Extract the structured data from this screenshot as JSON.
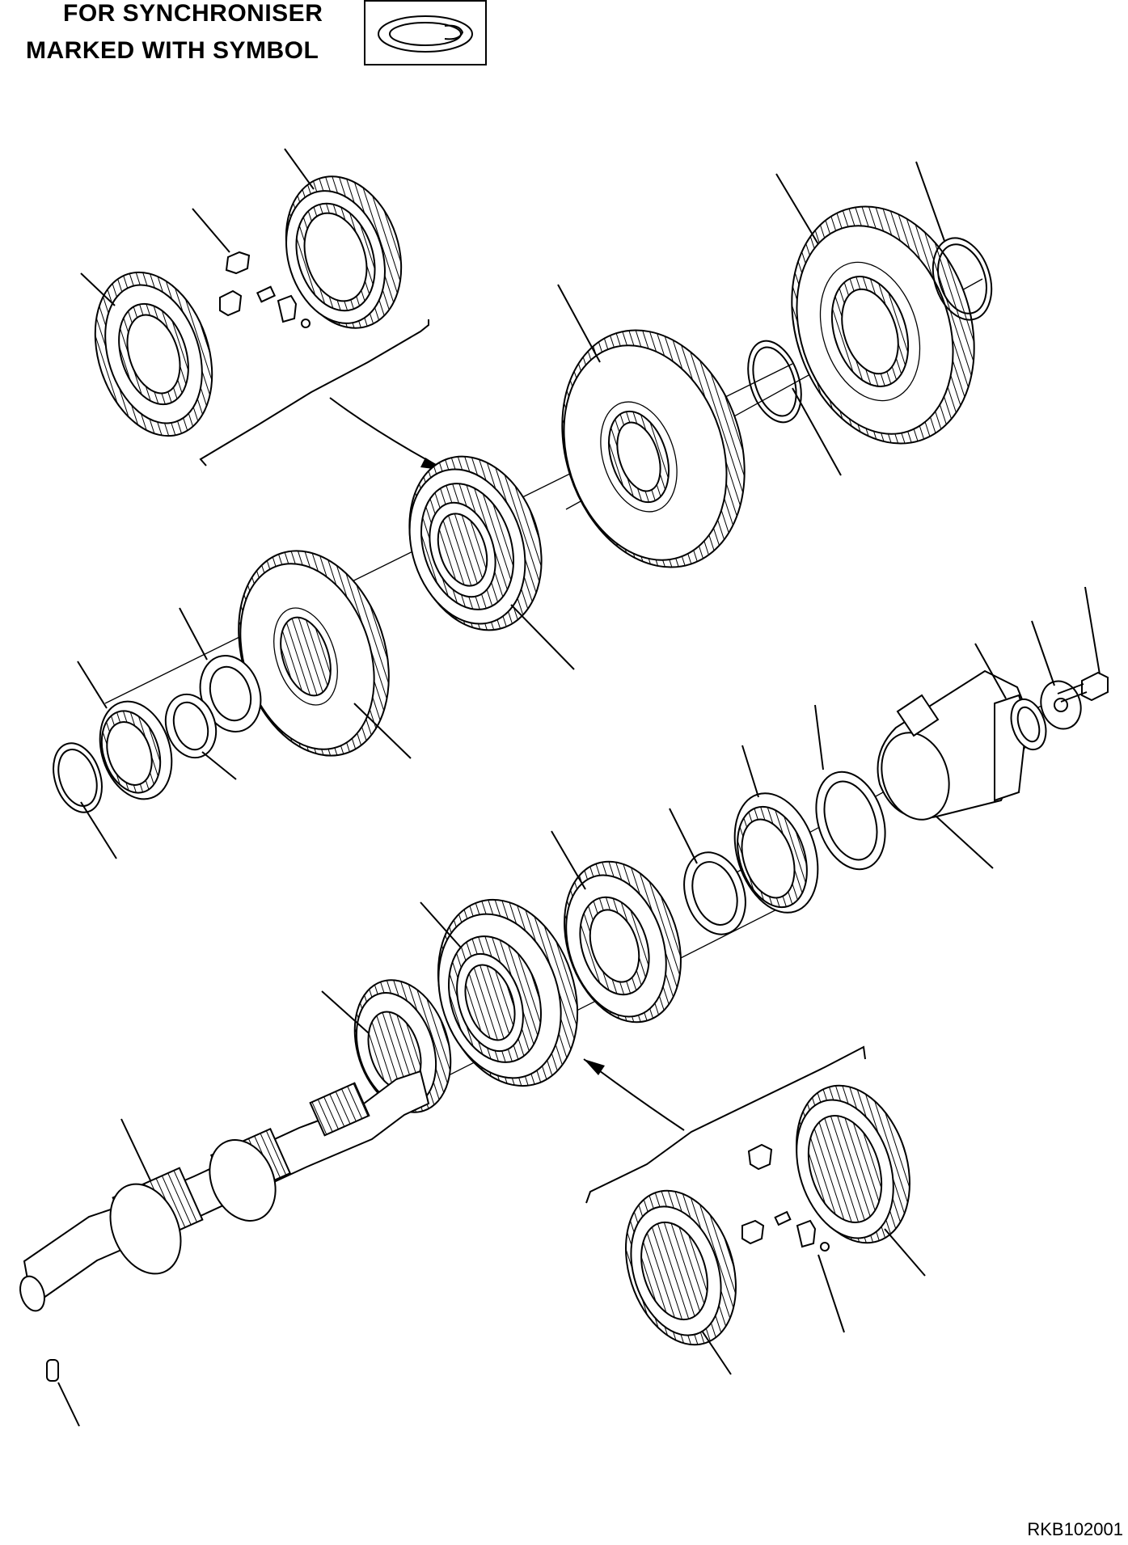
{
  "header": {
    "line1": "FOR SYNCHRONISER",
    "line2": "MARKED WITH SYMBOL",
    "symbol_icon": "synchroniser-ring-symbol-icon"
  },
  "footer": {
    "drawing_number": "RKB102001"
  },
  "colors": {
    "ink": "#000000",
    "paper": "#ffffff"
  }
}
